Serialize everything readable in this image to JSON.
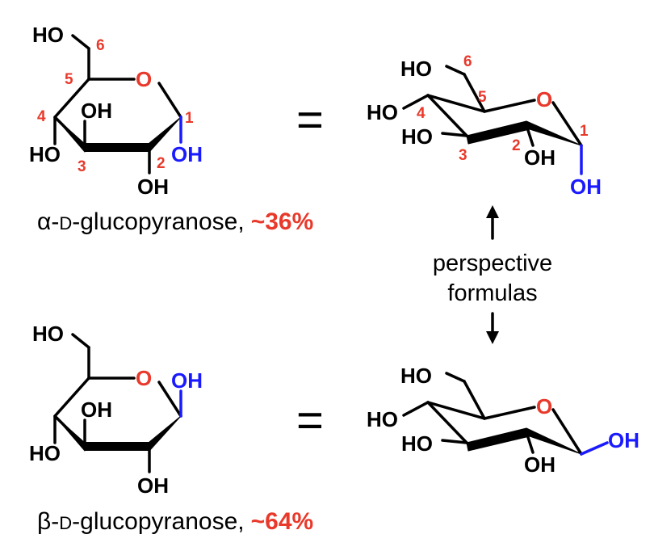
{
  "alpha": {
    "haworth": {
      "ch2oh": "HO",
      "ring_o": "O",
      "oh3": "OH",
      "oh4": "HO",
      "oh2": "OH",
      "oh1": "OH",
      "n1": "1",
      "n2": "2",
      "n3": "3",
      "n4": "4",
      "n5": "5",
      "n6": "6"
    },
    "name_prefix": "α-",
    "name_d": "D",
    "name_suffix": "-glucopyranose,",
    "percent": "~36%",
    "chair": {
      "ch2oh": "HO",
      "ring_o": "O",
      "oh4": "HO",
      "oh3": "HO",
      "oh2": "OH",
      "oh1": "OH",
      "n1": "1",
      "n2": "2",
      "n3": "3",
      "n4": "4",
      "n5": "5",
      "n6": "6"
    }
  },
  "beta": {
    "haworth": {
      "ch2oh": "HO",
      "ring_o": "O",
      "oh3": "OH",
      "oh4": "HO",
      "oh2": "OH",
      "oh1": "OH"
    },
    "name_prefix": "β-",
    "name_d": "D",
    "name_suffix": "-glucopyranose,",
    "percent": "~64%",
    "chair": {
      "ch2oh": "HO",
      "ring_o": "O",
      "oh4": "HO",
      "oh3": "HO",
      "oh2": "OH",
      "oh1": "OH"
    }
  },
  "equals": "=",
  "caption_line1": "perspective",
  "caption_line2": "formulas",
  "colors": {
    "anomeric": "#1a1aff",
    "highlight": "#e8392b",
    "ink": "#000000"
  }
}
